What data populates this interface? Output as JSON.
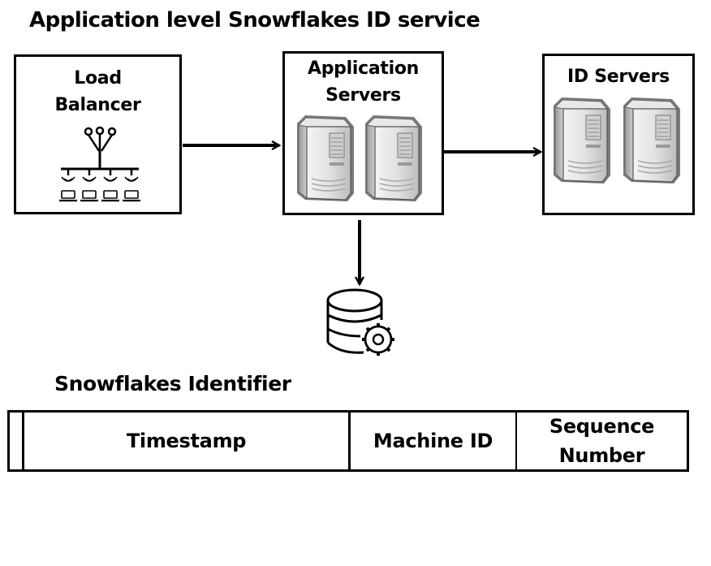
{
  "title": "Application level Snowflakes ID service",
  "nodes": {
    "load_balancer": {
      "label": "Load\nBalancer",
      "icon": "load-balancer-icon"
    },
    "app_servers": {
      "label": "Application\nServers",
      "icon": "server-tower-icon"
    },
    "id_servers": {
      "label": "ID Servers",
      "icon": "server-tower-icon"
    },
    "database": {
      "icon": "database-gear-icon"
    }
  },
  "edges": [
    {
      "from": "load_balancer",
      "to": "app_servers"
    },
    {
      "from": "app_servers",
      "to": "id_servers"
    },
    {
      "from": "app_servers",
      "to": "database"
    }
  ],
  "identifier": {
    "title": "Snowflakes Identifier",
    "fields": [
      "Timestamp",
      "Machine ID",
      "Sequence\nNumber"
    ]
  }
}
